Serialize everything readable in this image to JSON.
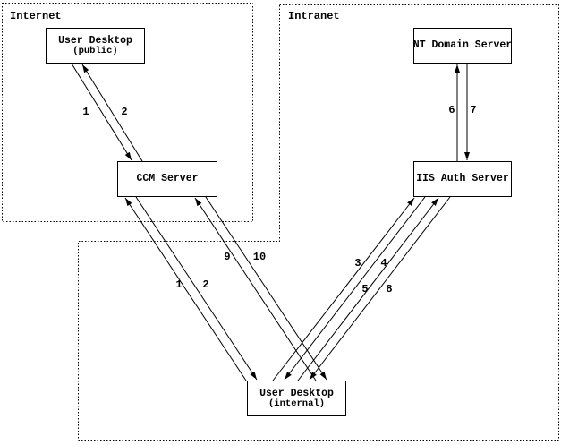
{
  "diagram": {
    "regions": [
      {
        "id": "internet",
        "label": "Internet"
      },
      {
        "id": "intranet",
        "label": "Intranet"
      }
    ],
    "nodes": [
      {
        "id": "user-desktop-public",
        "title": "User Desktop",
        "subtitle": "(public)"
      },
      {
        "id": "ccm-server",
        "title": "CCM Server"
      },
      {
        "id": "nt-domain-server",
        "title": "NT Domain Server"
      },
      {
        "id": "iis-auth-server",
        "title": "IIS Auth Server"
      },
      {
        "id": "user-desktop-internal",
        "title": "User Desktop",
        "subtitle": "(internal)"
      }
    ],
    "arrows": [
      {
        "label": "1",
        "from": "User Desktop (public)",
        "to": "CCM Server"
      },
      {
        "label": "2",
        "from": "CCM Server",
        "to": "User Desktop (public)"
      },
      {
        "label": "1",
        "from": "User Desktop (internal)",
        "to": "CCM Server"
      },
      {
        "label": "2",
        "from": "CCM Server",
        "to": "User Desktop (internal)"
      },
      {
        "label": "3",
        "from": "User Desktop (internal)",
        "to": "IIS Auth Server"
      },
      {
        "label": "4",
        "from": "IIS Auth Server",
        "to": "User Desktop (internal)"
      },
      {
        "label": "5",
        "from": "User Desktop (internal)",
        "to": "IIS Auth Server"
      },
      {
        "label": "6",
        "from": "IIS Auth Server",
        "to": "NT Domain Server"
      },
      {
        "label": "7",
        "from": "NT Domain Server",
        "to": "IIS Auth Server"
      },
      {
        "label": "8",
        "from": "IIS Auth Server",
        "to": "User Desktop (internal)"
      },
      {
        "label": "9",
        "from": "User Desktop (internal)",
        "to": "CCM Server"
      },
      {
        "label": "10",
        "from": "CCM Server",
        "to": "User Desktop (internal)"
      }
    ],
    "colors": {
      "line": "#000000",
      "background": "#ffffff"
    }
  }
}
